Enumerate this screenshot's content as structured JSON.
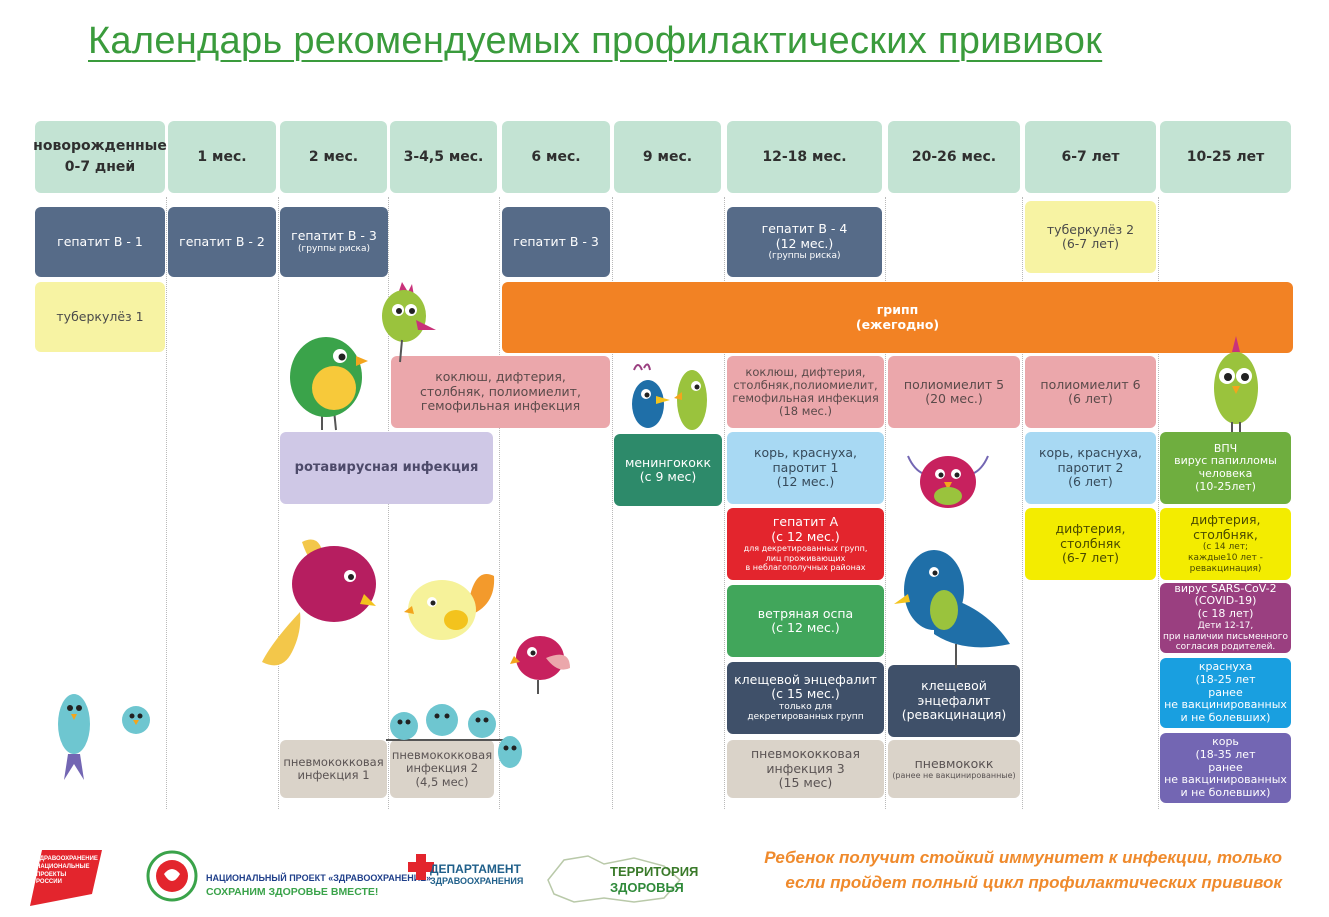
{
  "title": "Календарь рекомендуемых профилактических прививок",
  "ages": [
    [
      "новорожденные",
      "0-7 дней"
    ],
    [
      "1 мес."
    ],
    [
      "2 мес."
    ],
    [
      "3-4,5 мес."
    ],
    [
      "6 мес."
    ],
    [
      "9 мес."
    ],
    [
      "12-18 мес."
    ],
    [
      "20-26 мес."
    ],
    [
      "6-7 лет"
    ],
    [
      "10-25 лет"
    ]
  ],
  "cells": {
    "hepb1": {
      "main": "гепатит В - 1"
    },
    "hepb2": {
      "main": "гепатит В - 2"
    },
    "hepb3a": {
      "main": "гепатит В - 3",
      "sub": "(группы риска)"
    },
    "hepb3b": {
      "main": "гепатит В - 3"
    },
    "hepb4": {
      "main": "гепатит В - 4",
      "l2": "(12 мес.)",
      "sub": "(группы риска)"
    },
    "tb1": {
      "main": "туберкулёз 1"
    },
    "tb2": {
      "main": "туберкулёз 2",
      "l2": "(6-7 лет)"
    },
    "flu": {
      "main": "грипп",
      "l2": "(ежегодно)"
    },
    "dtp1": {
      "main": "коклюш, дифтерия,",
      "l2": "столбняк, полиомиелит,",
      "l3": "гемофильная инфекция"
    },
    "dtp2": {
      "main": "коклюш, дифтерия,",
      "l2": "столбняк,полиомиелит,",
      "l3": "гемофильная инфекция",
      "l4": "(18 мес.)"
    },
    "polio5": {
      "main": "полиомиелит 5",
      "l2": "(20 мес.)"
    },
    "polio6": {
      "main": "полиомиелит 6",
      "l2": "(6 лет)"
    },
    "rota": {
      "main": "ротавирусная инфекция"
    },
    "mening": {
      "main": "менингококк",
      "l2": "(с 9 мес)"
    },
    "mmr1": {
      "main": "корь, краснуха,",
      "l2": "паротит 1",
      "l3": "(12 мес.)"
    },
    "mmr2": {
      "main": "корь, краснуха,",
      "l2": "паротит 2",
      "l3": "(6 лет)"
    },
    "hpv": {
      "main": "ВПЧ",
      "l2": "вирус папилломы",
      "l3": "человека",
      "l4": "(10-25лет)"
    },
    "hepa": {
      "main": "гепатит А",
      "l2": "(с 12 мес.)",
      "s1": "для декретированных групп,",
      "s2": "лиц проживающих",
      "s3": "в неблагополучных районах"
    },
    "dt1": {
      "main": "дифтерия,",
      "l2": "столбняк",
      "l3": "(6-7 лет)"
    },
    "dt2": {
      "main": "дифтерия,",
      "l2": "столбняк,",
      "s1": "(с 14 лет;",
      "s2": "каждые10 лет -",
      "s3": "ревакцинация)"
    },
    "varicella": {
      "main": "ветряная оспа",
      "l2": "(с 12 мес.)"
    },
    "covid": {
      "main": "вирус SARS-CoV-2",
      "l2": "(COVID-19)",
      "l3": "(с 18 лет)",
      "s1": "Дети 12-17,",
      "s2": "при наличии письменного",
      "s3": "согласия родителей."
    },
    "tbe1": {
      "main": "клещевой энцефалит",
      "l2": "(с 15 мес.)",
      "s1": "только для",
      "s2": "декретированных групп"
    },
    "tbe2": {
      "main": "клещевой",
      "l2": "энцефалит",
      "l3": "(ревакцинация)"
    },
    "rubella": {
      "main": "краснуха",
      "l2": "(18-25 лет",
      "l3": "ранее",
      "l4": "не вакцинированных",
      "l5": "и не болевших)"
    },
    "measles": {
      "main": "корь",
      "l2": "(18-35 лет",
      "l3": "ранее",
      "l4": "не вакцинированных",
      "l5": "и не болевших)"
    },
    "pneumo1": {
      "main": "пневмококковая",
      "l2": "инфекция 1"
    },
    "pneumo2": {
      "main": "пневмококковая",
      "l2": "инфекция 2",
      "l3": "(4,5 мес)"
    },
    "pneumo3": {
      "main": "пневмококковая",
      "l2": "инфекция 3",
      "l3": "(15 мес)"
    },
    "pneumo4": {
      "main": "пневмококк",
      "sub": "(ранее не вакцинированные)"
    }
  },
  "footer": {
    "logo1": [
      "ЗДРАВООХРАНЕНИЕ",
      "НАЦИОНАЛЬНЫЕ",
      "ПРОЕКТЫ",
      "РОССИИ"
    ],
    "logo2_line1": "НАЦИОНАЛЬНЫЙ ПРОЕКТ «ЗДРАВООХРАНЕНИЕ»",
    "logo2_line2": "СОХРАНИМ ЗДОРОВЬЕ ВМЕСТЕ!",
    "logo3_line1": "ДЕПАРТАМЕНТ",
    "logo3_line2": "ЗДРАВООХРАНЕНИЯ",
    "logo4_line1": "ТЕРРИТОРИЯ",
    "logo4_line2": "ЗДОРОВЬЯ",
    "slogan1": "Ребенок получит стойкий иммунитет к инфекции, только",
    "slogan2": "если пройдет полный цикл профилактических прививок"
  },
  "colors": {
    "title": "#3a9b3c",
    "header": "#c3e3d3",
    "flu": "#f28224",
    "slogan": "#ef8a2c"
  }
}
